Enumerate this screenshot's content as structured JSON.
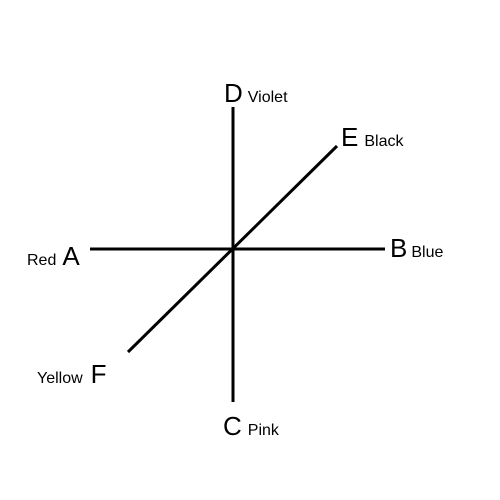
{
  "diagram": {
    "stroke_color": "#000000",
    "rays": [
      {
        "id": "A",
        "letter": "A",
        "color_name": "Red"
      },
      {
        "id": "B",
        "letter": "B",
        "color_name": "Blue"
      },
      {
        "id": "C",
        "letter": "C",
        "color_name": "Pink"
      },
      {
        "id": "D",
        "letter": "D",
        "color_name": "Violet"
      },
      {
        "id": "E",
        "letter": "E",
        "color_name": "Black"
      },
      {
        "id": "F",
        "letter": "F",
        "color_name": "Yellow"
      }
    ],
    "segments": [
      {
        "name": "line-AB",
        "from": "A",
        "to": "B"
      },
      {
        "name": "line-DC",
        "from": "D",
        "to": "C"
      },
      {
        "name": "line-FE",
        "from": "F",
        "to": "E"
      }
    ]
  }
}
